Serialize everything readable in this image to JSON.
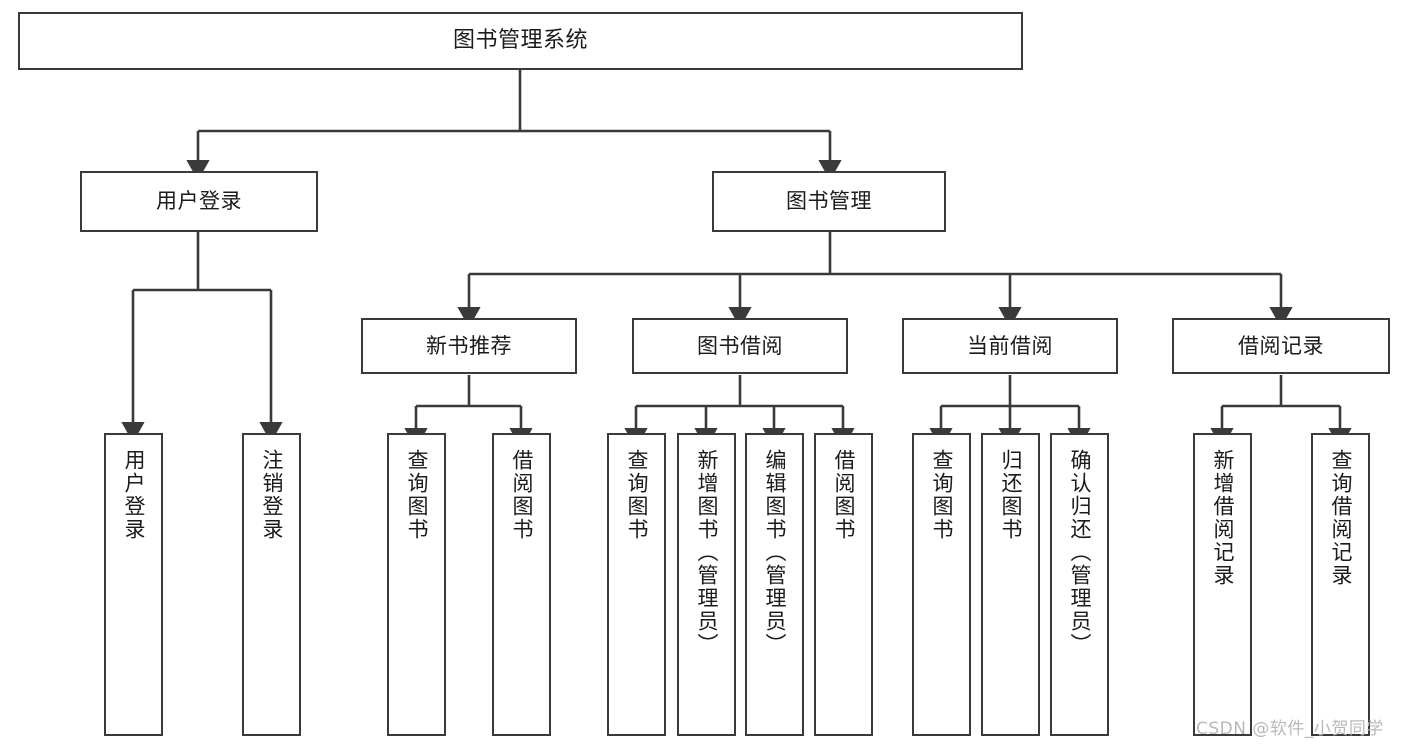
{
  "diagram": {
    "title": "图书管理系统",
    "type": "tree-hierarchy-chart",
    "background_color": "#ffffff",
    "border_color": "#3a3a3a",
    "text_color": "#1b1b1b"
  },
  "nodes": {
    "root": {
      "label": "图书管理系统"
    },
    "level2": [
      {
        "label": "用户登录"
      },
      {
        "label": "图书管理"
      }
    ],
    "level3": [
      {
        "label": "新书推荐"
      },
      {
        "label": "图书借阅"
      },
      {
        "label": "当前借阅"
      },
      {
        "label": "借阅记录"
      }
    ],
    "leaves_user_login": [
      {
        "label": "用户登录"
      },
      {
        "label": "注销登录"
      }
    ],
    "leaves_new_book": [
      {
        "label": "查询图书"
      },
      {
        "label": "借阅图书"
      }
    ],
    "leaves_borrow": [
      {
        "label": "查询图书"
      },
      {
        "label": "新增图书（管理员）"
      },
      {
        "label": "编辑图书（管理员）"
      },
      {
        "label": "借阅图书"
      }
    ],
    "leaves_current": [
      {
        "label": "查询图书"
      },
      {
        "label": "归还图书"
      },
      {
        "label": "确认归还（管理员）"
      }
    ],
    "leaves_records": [
      {
        "label": "新增借阅记录"
      },
      {
        "label": "查询借阅记录"
      }
    ]
  },
  "watermark": {
    "text": "CSDN @软件_小贺同学"
  }
}
